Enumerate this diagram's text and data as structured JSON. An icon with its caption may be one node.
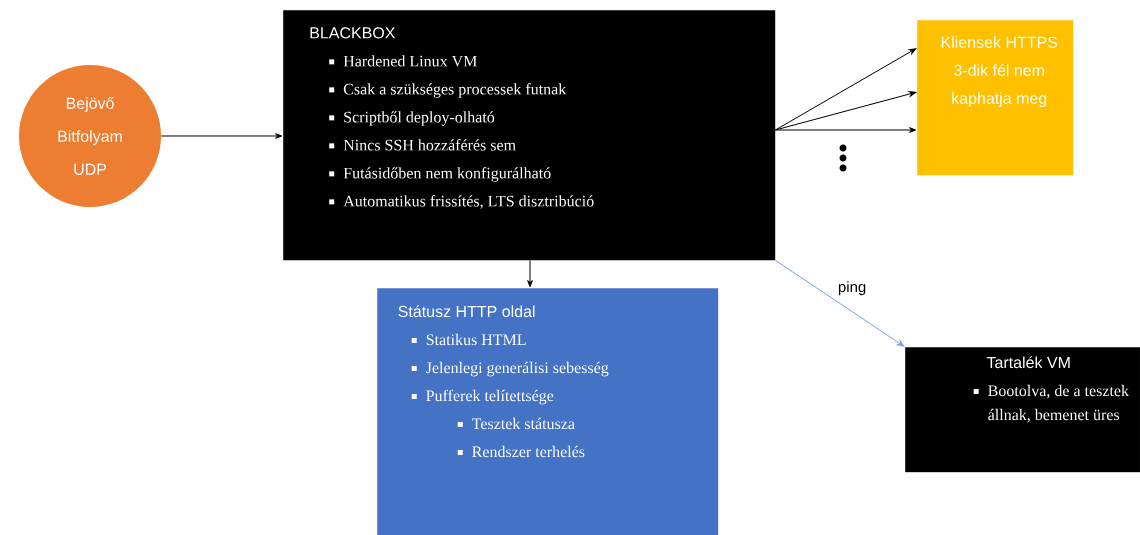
{
  "diagram": {
    "nodes": [
      {
        "text": [
          "Bejövő Bitfolyam UDP"
        ]
      },
      {
        "text": [
          "BLACKBOX",
          "Hardened Linux VM",
          "Csak a szükséges processek futnak",
          "Scriptből deploy-olható",
          "Nincs SSH hozzáférés sem",
          "Futásidőben nem konfigurálható",
          "Automatikus frissítés, LTS disztribúció"
        ]
      },
      {
        "text": [
          "Kliensek HTTPS 3-dik fél nem kaphatja meg"
        ]
      },
      {
        "text": [
          "Státusz HTTP oldal",
          "Statikus HTML",
          "Jelenlegi generálisi sebesség",
          "Pufferek telítettsége",
          "Tesztek státusza",
          "Rendszer terhelés"
        ]
      },
      {
        "text": [
          "Tartalék VM",
          "Bootolva, de a tesztek állnak, bemenet üres"
        ]
      }
    ],
    "edges": [
      {
        "from": 0,
        "to": 1,
        "arrow": "to"
      },
      {
        "from": 1,
        "to": 2,
        "arrow": "to"
      },
      {
        "from": 1,
        "to": 2,
        "arrow": "to"
      },
      {
        "from": 1,
        "to": 2,
        "arrow": "to"
      },
      {
        "from": 1,
        "to": 3,
        "arrow": "to"
      },
      {
        "from": 1,
        "to": 4,
        "arrow": "to",
        "label": "ping",
        "color": "#7f9fd8"
      }
    ]
  }
}
